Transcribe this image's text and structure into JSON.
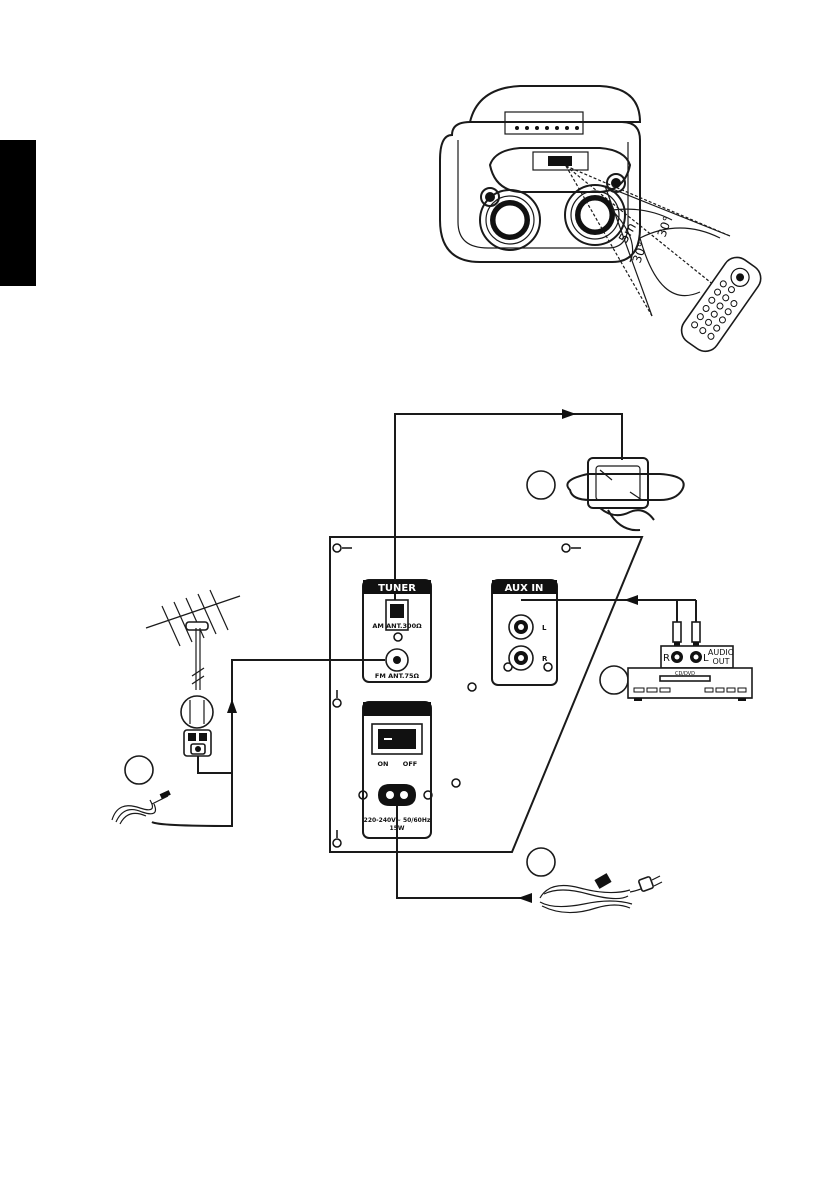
{
  "remote_diagram": {
    "distance": "5m",
    "angle_left": "30°",
    "angle_right": "30°"
  },
  "rear_panel": {
    "tuner": {
      "title": "TUNER",
      "am_label": "AM ANT.300Ω",
      "fm_label": "FM ANT.75Ω"
    },
    "aux": {
      "title": "AUX IN",
      "left": "L",
      "right": "R"
    },
    "power": {
      "on_label": "ON",
      "off_label": "OFF",
      "rating_line1": "220-240V~ 50/60Hz",
      "rating_line2": "15W"
    }
  },
  "external_device": {
    "r_label": "R",
    "l_label": "L",
    "audio_out_line1": "AUDIO",
    "audio_out_line2": "OUT",
    "device_name": "CD/DVD"
  },
  "icons": [
    "speaker-unit-icon",
    "remote-control-icon",
    "am-loop-antenna-icon",
    "fm-yagi-antenna-icon",
    "antenna-adapter-icon",
    "fm-wire-antenna-icon",
    "cd-dvd-player-icon",
    "power-cord-icon"
  ]
}
